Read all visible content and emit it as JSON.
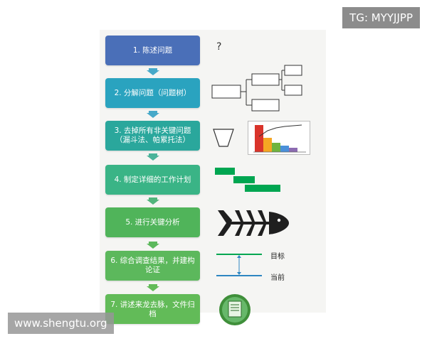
{
  "badge": "TG: MYYJJPP",
  "watermark": "www.shengtu.org",
  "colors": {
    "step1": "#4a6fb8",
    "step2": "#2aa3bf",
    "step3": "#2aa79c",
    "step4": "#3ab486",
    "step5": "#50b45a",
    "step6": "#5cb85c",
    "step7": "#62bb58",
    "arrow": "#47a9c9",
    "green_bar": "#00a651"
  },
  "steps": [
    {
      "label": "1. 陈述问题"
    },
    {
      "label": "2. 分解问题（问题树）"
    },
    {
      "label": "3. 去掉所有非关键问题（漏斗法、帕累托法）"
    },
    {
      "label": "4. 制定详细的工作计划"
    },
    {
      "label": "5. 进行关键分析"
    },
    {
      "label": "6. 综合调查结果，并建构论证"
    },
    {
      "label": "7. 讲述来龙去脉，文件归档"
    }
  ],
  "icons": {
    "question": "?",
    "tree": "issue-tree-icon",
    "funnel": "funnel-icon",
    "pareto": "pareto-chart-icon",
    "gantt": "gantt-bars-icon",
    "fishbone": "fishbone-icon",
    "gap": "target-gap-icon",
    "document": "document-icon"
  },
  "gap_labels": {
    "target": "目标",
    "current": "当前"
  }
}
